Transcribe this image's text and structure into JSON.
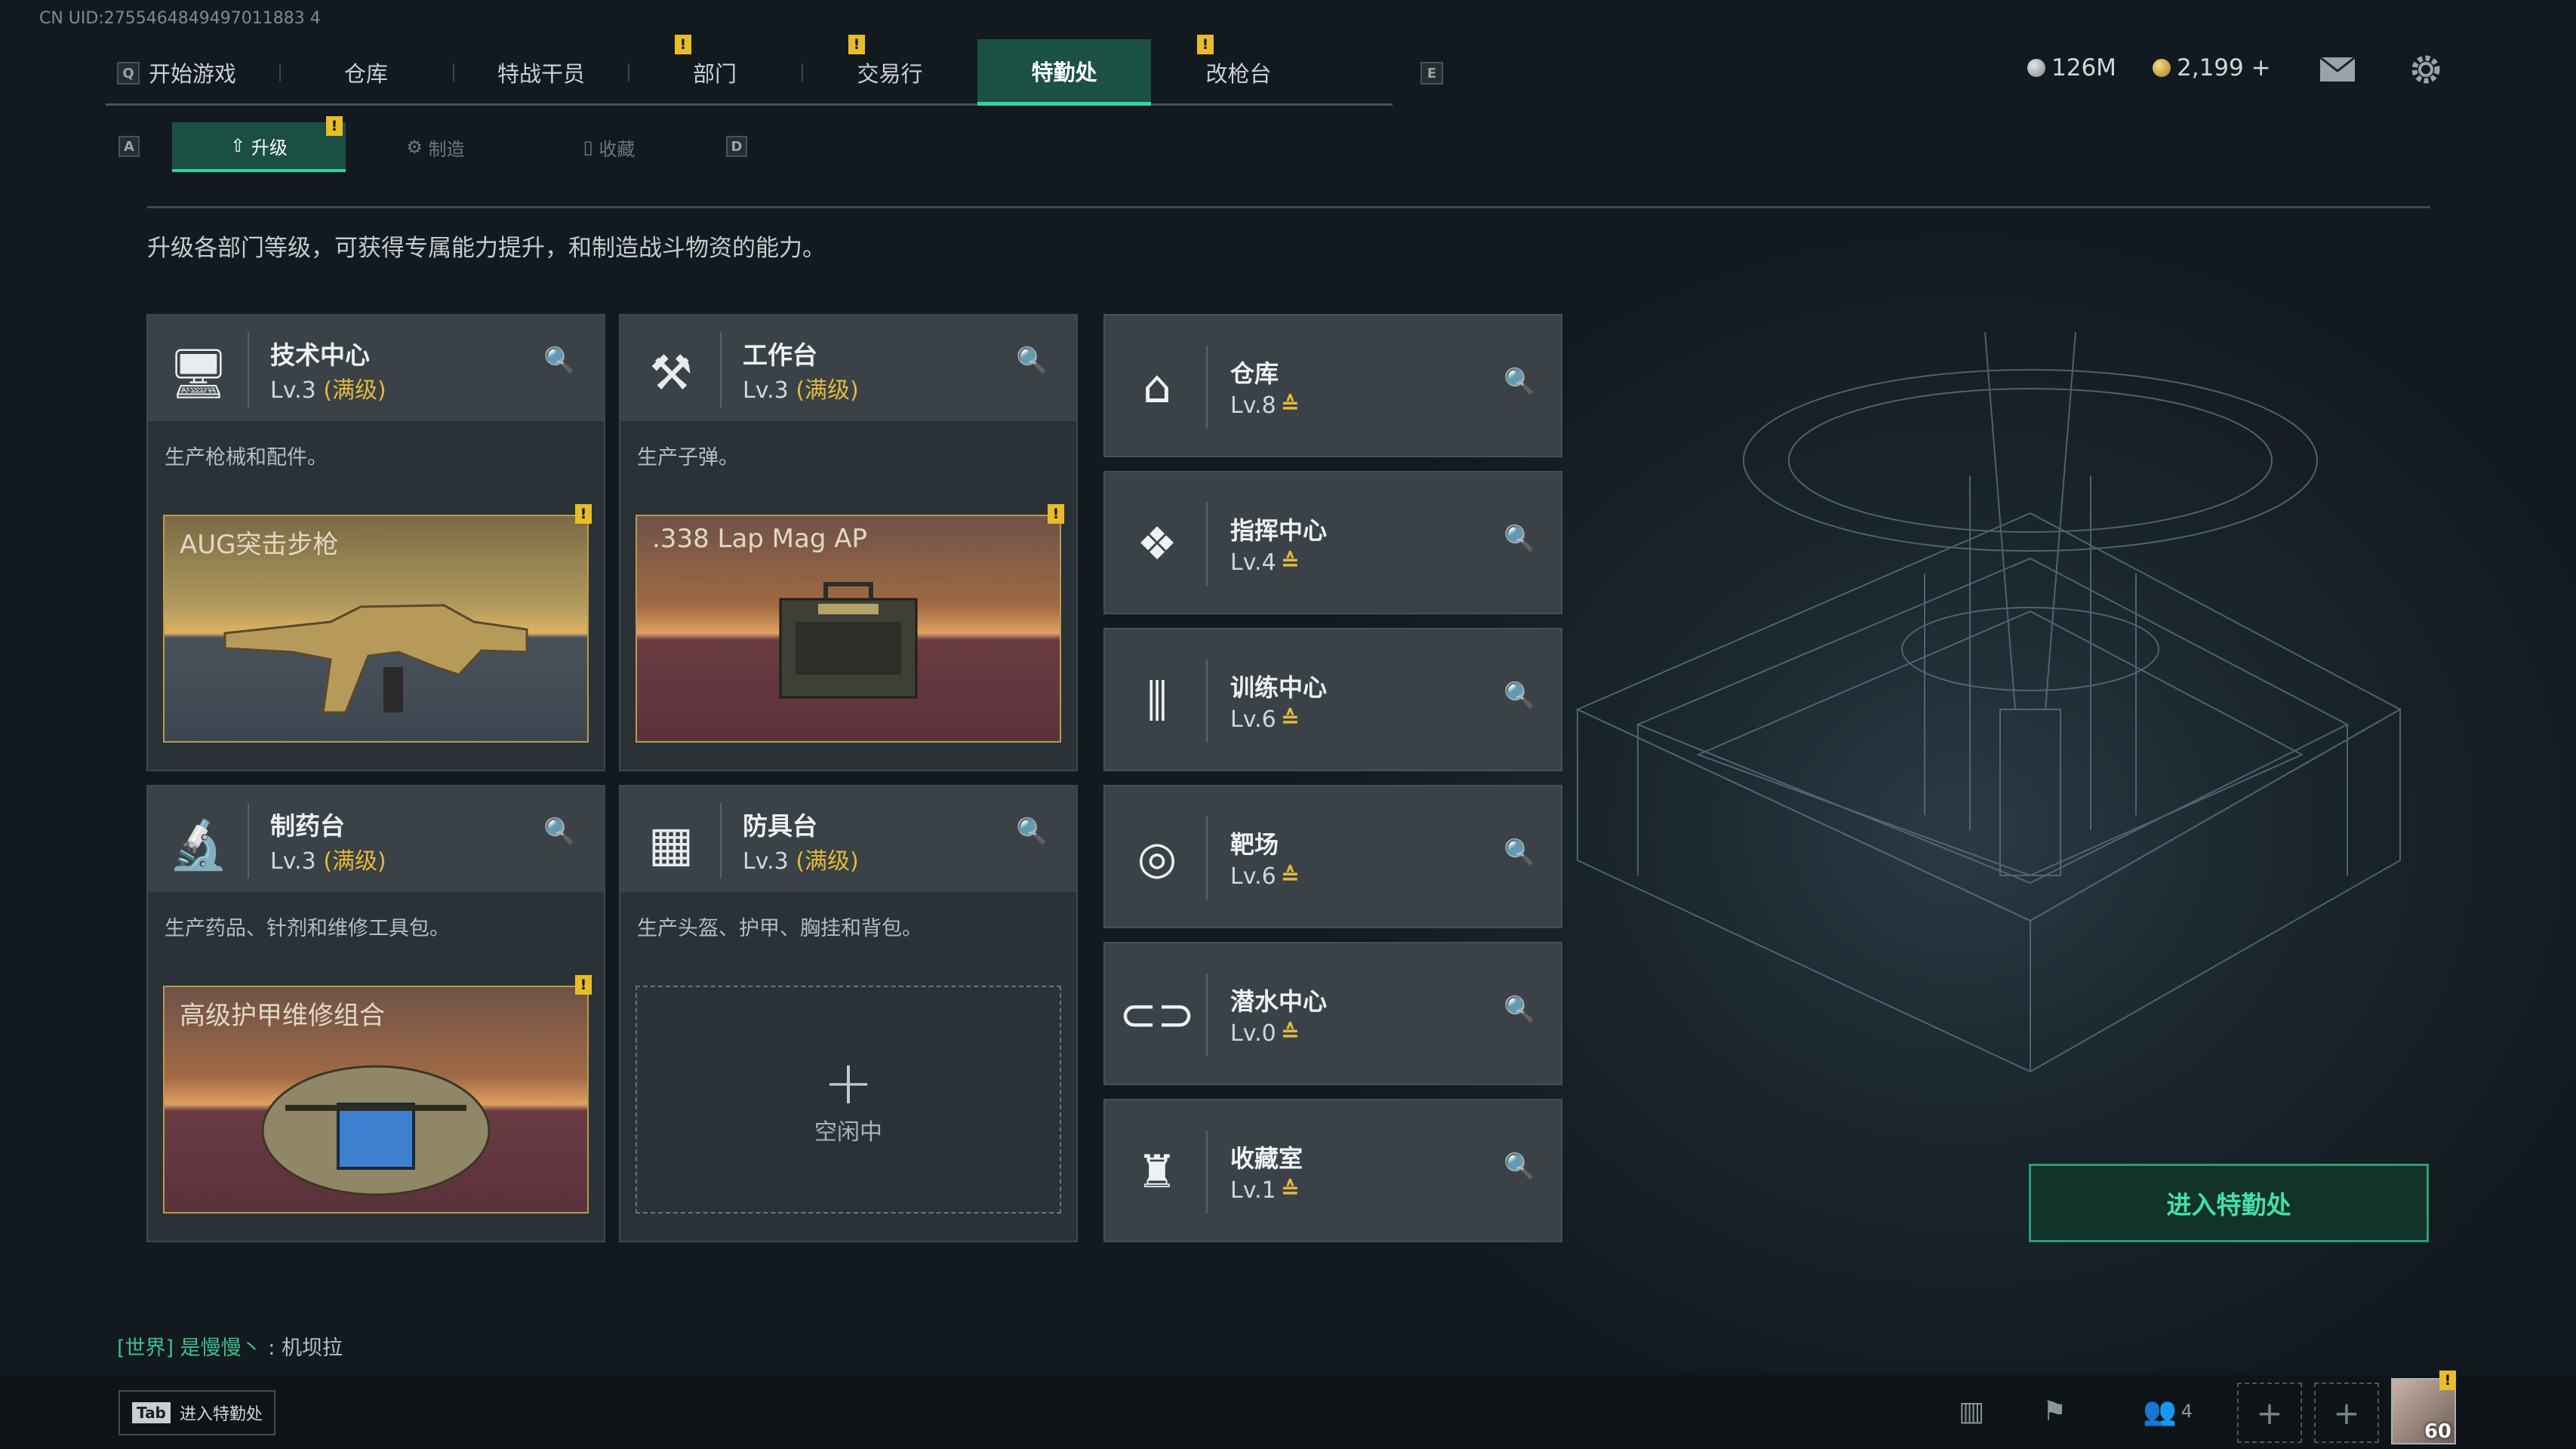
{
  "uid": "CN UID:2755464849497011883 4",
  "top_tabs": [
    {
      "key": "tab-start-game",
      "label": "开始游戏",
      "badge": ""
    },
    {
      "key": "tab-warehouse",
      "label": "仓库",
      "badge": "!"
    },
    {
      "key": "tab-operators",
      "label": "特战干员",
      "badge": ""
    },
    {
      "key": "tab-department",
      "label": "部门",
      "badge": "!"
    },
    {
      "key": "tab-exchange",
      "label": "交易行",
      "badge": ""
    },
    {
      "key": "tab-special-office",
      "label": "特勤处",
      "badge": "!"
    },
    {
      "key": "tab-gunsmith",
      "label": "改枪台",
      "badge": ""
    }
  ],
  "keys": {
    "left": "Q",
    "right": "E",
    "sub_left": "A",
    "sub_right": "D"
  },
  "sub_tabs": [
    {
      "label": "升级",
      "icon": "upgrade-icon",
      "badge": "!"
    },
    {
      "label": "制造",
      "icon": "craft-icon"
    },
    {
      "label": "收藏",
      "icon": "collection-icon"
    }
  ],
  "currency": {
    "silver": "126M",
    "gold": "2,199 +"
  },
  "description": "升级各部门等级，可获得专属能力提升，和制造战斗物资的能力。",
  "workshops": [
    {
      "name": "技术中心",
      "level": "Lv.3",
      "max": "(满级)",
      "desc": "生产枪械和配件。",
      "product": "AUG突击步枪",
      "icon": "computer-icon"
    },
    {
      "name": "工作台",
      "level": "Lv.3",
      "max": "(满级)",
      "desc": "生产子弹。",
      "product": ".338 Lap Mag AP",
      "icon": "hammer-wrench-icon"
    },
    {
      "name": "制药台",
      "level": "Lv.3",
      "max": "(满级)",
      "desc": "生产药品、针剂和维修工具包。",
      "product": "高级护甲维修组合",
      "icon": "microscope-icon"
    },
    {
      "name": "防具台",
      "level": "Lv.3",
      "max": "(满级)",
      "desc": "生产头盔、护甲、胸挂和背包。",
      "product": "",
      "idle": "空闲中",
      "icon": "cubes-icon"
    }
  ],
  "facilities": [
    {
      "name": "仓库",
      "level": "Lv.8",
      "icon": "warehouse-icon"
    },
    {
      "name": "指挥中心",
      "level": "Lv.4",
      "icon": "command-icon"
    },
    {
      "name": "训练中心",
      "level": "Lv.6",
      "icon": "dumbbell-icon"
    },
    {
      "name": "靶场",
      "level": "Lv.6",
      "icon": "target-icon"
    },
    {
      "name": "潜水中心",
      "level": "Lv.0",
      "icon": "diving-mask-icon"
    },
    {
      "name": "收藏室",
      "level": "Lv.1",
      "icon": "trophy-icon"
    }
  ],
  "enter_button": "进入特勤处",
  "chat": {
    "channel": "[世界]",
    "user": "是慢慢丶",
    "message": ": 机坝拉"
  },
  "bottom": {
    "tab_key": "Tab",
    "tab_label": "进入特勤处",
    "friends_count": "4",
    "player_level": "60"
  }
}
